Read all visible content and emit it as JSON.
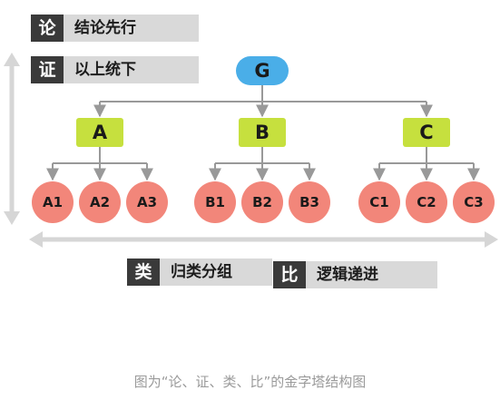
{
  "tags": {
    "lun": {
      "key": "论",
      "value": "结论先行"
    },
    "zheng": {
      "key": "证",
      "value": "以上统下"
    },
    "lei": {
      "key": "类",
      "value": "归类分组"
    },
    "bi": {
      "key": "比",
      "value": "逻辑递进"
    }
  },
  "tree": {
    "root": "G",
    "groups": [
      {
        "label": "A",
        "children": [
          "A1",
          "A2",
          "A3"
        ]
      },
      {
        "label": "B",
        "children": [
          "B1",
          "B2",
          "B3"
        ]
      },
      {
        "label": "C",
        "children": [
          "C1",
          "C2",
          "C3"
        ]
      }
    ]
  },
  "colors": {
    "root": "#4aaee8",
    "middle": "#c6e03e",
    "leaf": "#f2867a",
    "connector": "#999999",
    "axis_arrow": "#d6d6d6"
  },
  "caption": "图为“论、证、类、比”的金字塔结构图"
}
